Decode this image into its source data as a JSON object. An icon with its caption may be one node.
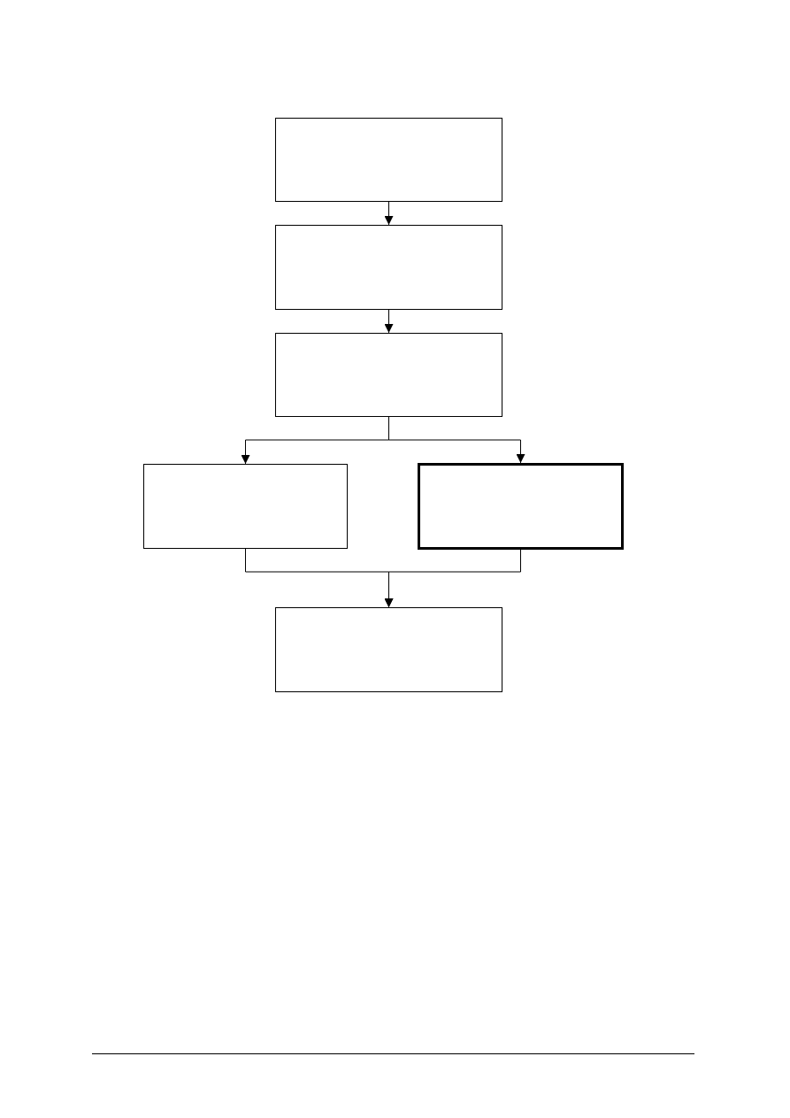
{
  "diagram": {
    "nodes": [
      {
        "text": [],
        "shape": "box"
      },
      {
        "text": [],
        "shape": "box"
      },
      {
        "text": [],
        "shape": "box"
      },
      {
        "text": [],
        "shape": "box"
      },
      {
        "text": [],
        "shape": "box"
      },
      {
        "text": [],
        "shape": "box"
      }
    ],
    "edges": [
      {
        "from": 0,
        "to": 1,
        "arrow": "to"
      },
      {
        "from": 1,
        "to": 2,
        "arrow": "to"
      },
      {
        "from": 2,
        "to": 3,
        "arrow": "to"
      },
      {
        "from": 2,
        "to": 4,
        "arrow": "to"
      },
      {
        "from": 3,
        "to": 5,
        "arrow": "to"
      },
      {
        "from": 4,
        "to": 5,
        "arrow": "to"
      }
    ]
  }
}
